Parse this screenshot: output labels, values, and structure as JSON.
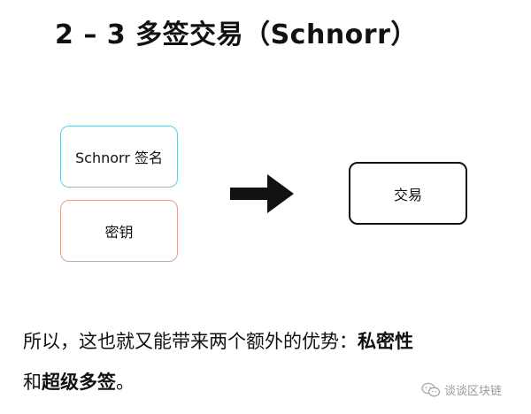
{
  "title": "2 – 3 多签交易（Schnorr）",
  "diagram": {
    "box_schnorr": "Schnorr 签名",
    "box_key": "密钥",
    "box_tx": "交易",
    "colors": {
      "schnorr_border": "#6ec6db",
      "key_border": "#e0a090",
      "tx_border": "#111111",
      "arrow": "#111111"
    }
  },
  "body_text": {
    "line1_plain": "所以，这也就又能带来两个额外的优势：",
    "line1_bold": "私密性",
    "line2_plain_a": "和",
    "line2_bold": "超级多签",
    "line2_plain_b": "。"
  },
  "watermark": {
    "text": "谈谈区块链",
    "icon": "wechat-icon"
  }
}
